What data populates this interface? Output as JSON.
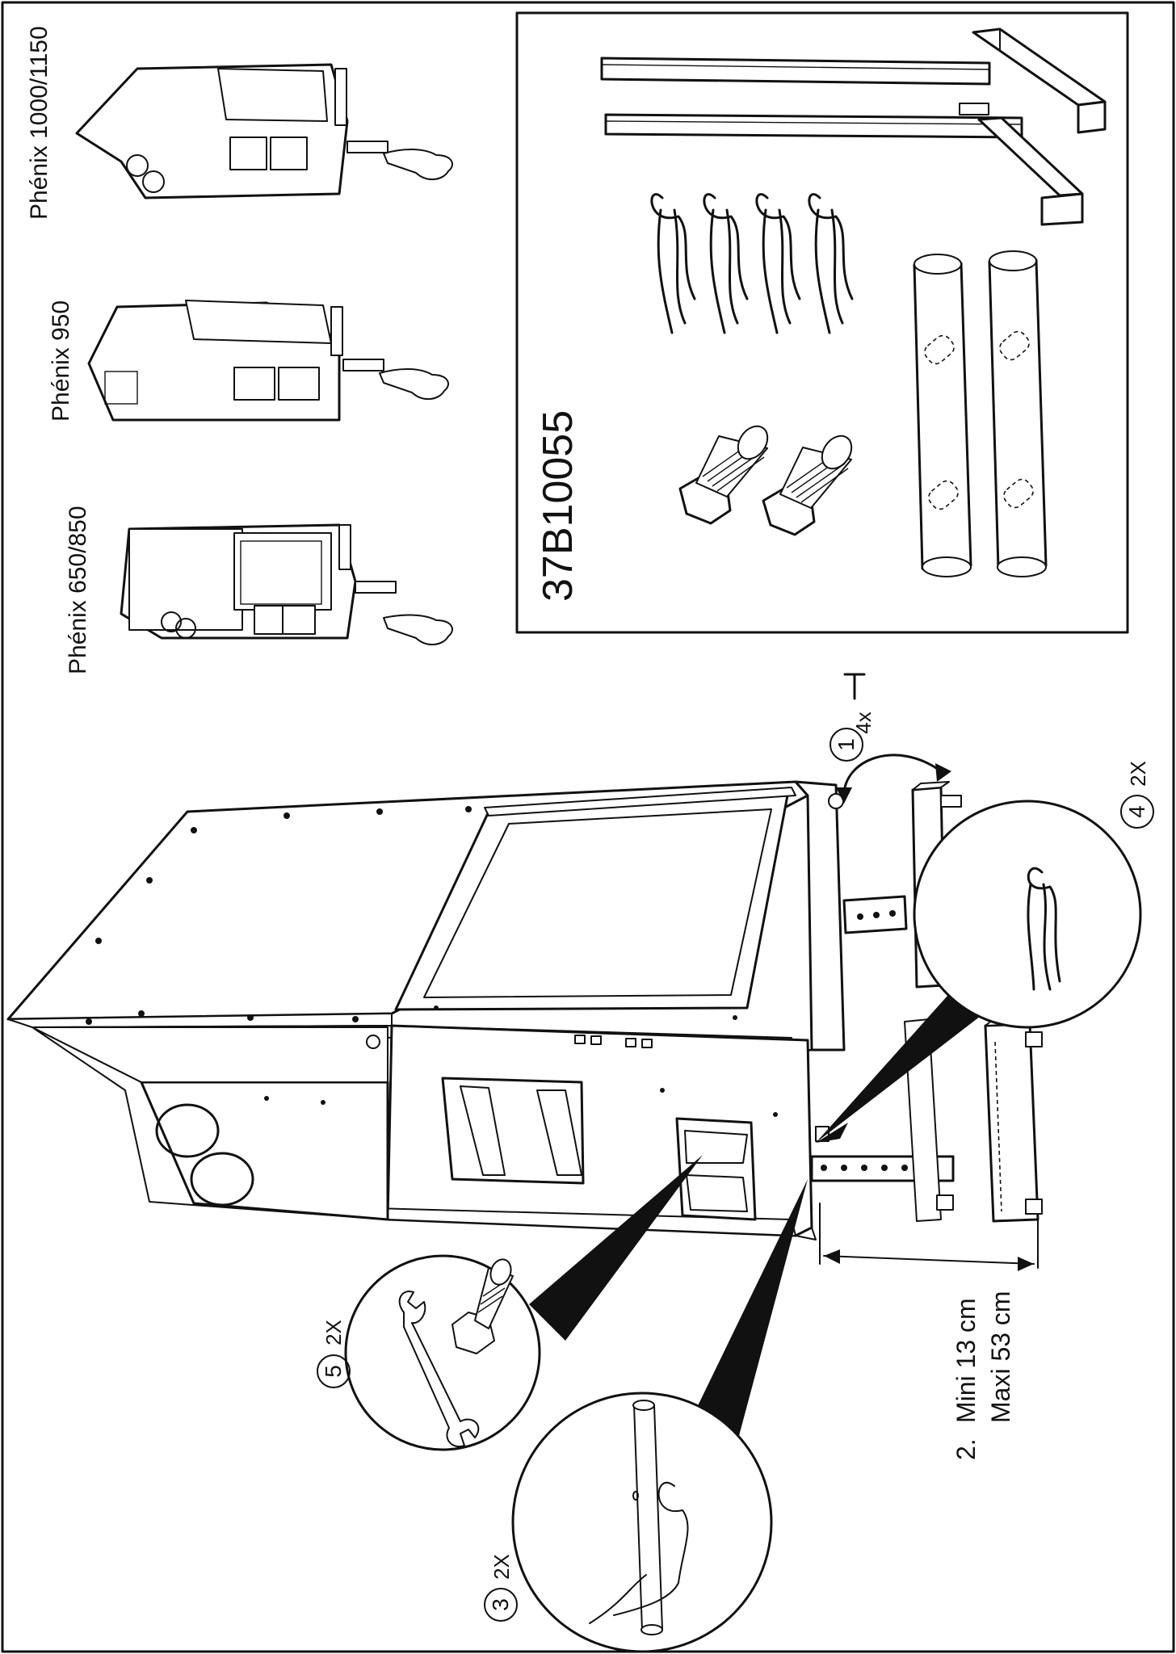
{
  "kit_code": "37B10055",
  "models": [
    {
      "label": "Phénix 650/850"
    },
    {
      "label": "Phénix 950"
    },
    {
      "label": "Phénix 1000/1150"
    }
  ],
  "steps": [
    {
      "number": "1",
      "qty": "4x"
    },
    {
      "number": "2.",
      "qty": ""
    },
    {
      "number": "3",
      "qty": "2X"
    },
    {
      "number": "4",
      "qty": "2X"
    },
    {
      "number": "5",
      "qty": "2X"
    }
  ],
  "height_range": {
    "min_label": "Mini 13 cm",
    "max_label": "Maxi 53 cm"
  },
  "colors": {
    "line": "#111111",
    "background": "#ffffff"
  }
}
